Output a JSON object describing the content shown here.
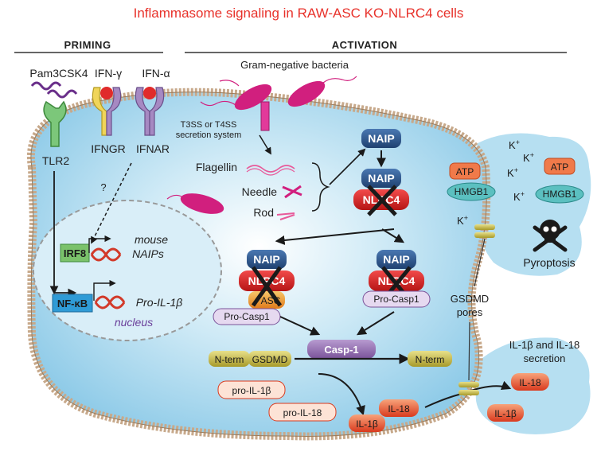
{
  "title": "Inflammasome signaling in RAW-ASC KO-NLRC4 cells",
  "sections": {
    "priming": "PRIMING",
    "activation": "ACTIVATION"
  },
  "ligands": {
    "pam3csk4": "Pam3CSK4",
    "ifn_gamma": "IFN-γ",
    "ifn_alpha": "IFN-α",
    "bacteria": "Gram-negative bacteria"
  },
  "receptors": {
    "tlr2": "TLR2",
    "ifngr": "IFNGR",
    "ifnar": "IFNAR",
    "question": "?"
  },
  "secretion_system": {
    "line1": "T3SS or T4SS",
    "line2": "secretion system"
  },
  "pamps": {
    "flagellin": "Flagellin",
    "needle": "Needle",
    "rod": "Rod"
  },
  "nucleus": {
    "label": "nucleus",
    "irf8": "IRF8",
    "mouse": "mouse",
    "naips": "NAIPs",
    "nfkb": "NF-κB",
    "pro_il1b": "Pro-IL-1β"
  },
  "proteins": {
    "naip": "NAIP",
    "nlrc4": "NLRC4",
    "asc": "ASC",
    "pro_casp1": "Pro-Casp1",
    "casp1": "Casp-1",
    "n_term": "N-term",
    "gsdmd": "GSDMD",
    "pro_il1b": "pro-IL-1β",
    "pro_il18": "pro-IL-18",
    "il1b": "IL-1β",
    "il18": "IL-18",
    "atp": "ATP",
    "hmgb1": "HMGB1",
    "k": "K",
    "k_sup": "+"
  },
  "outcomes": {
    "gsdmd_pores_1": "GSDMD",
    "gsdmd_pores_2": "pores",
    "pyroptosis": "Pyroptosis",
    "secretion_1": "IL-1β and IL-18",
    "secretion_2": "secretion"
  },
  "colors": {
    "title": "#e8322b",
    "cytoplasm": "#a8d8ef",
    "membrane": "#c7a98b",
    "naip": "#2f5c93",
    "nlrc4": "#e02b2b",
    "asc": "#f29c2a",
    "casp1": "#9e78b8",
    "gsdmd": "#c7b840",
    "il": "#e8523a",
    "hmgb1": "#5bc0c0",
    "irf8": "#7bc26b",
    "nfkb": "#2f9bd6",
    "extracellular": "#a9d9ee"
  }
}
